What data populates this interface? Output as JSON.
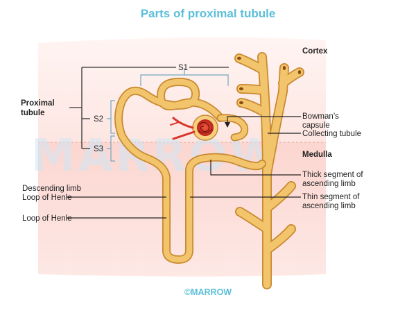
{
  "title": "Parts of proximal tubule",
  "watermark": "MARROW",
  "credit": "©MARROW",
  "labels": {
    "cortex": "Cortex",
    "medulla": "Medulla",
    "s1": "S1",
    "s2": "S2",
    "s3": "S3",
    "proximal_line1": "Proximal",
    "proximal_line2": "tubule",
    "bowmans_line1": "Bowman’s",
    "bowmans_line2": "capsule",
    "collecting": "Collecting tubule",
    "thick_line1": "Thick segment of",
    "thick_line2": "ascending limb",
    "thin_line1": "Thin segment of",
    "thin_line2": "ascending limb",
    "descending_line1": "Descending limb",
    "descending_line2": "Loop of Henle",
    "loop": "Loop of Henle"
  },
  "colors": {
    "title": "#5bbfd8",
    "tubule": "#f2c46b",
    "tubule_outline": "#c8892f",
    "glomerulus": "#d8352a",
    "cortex_bg": "#fde7e4",
    "medulla_bg": "#fbd2cc",
    "bracket": "#333333",
    "segment_bracket": "#6fa8c0"
  }
}
